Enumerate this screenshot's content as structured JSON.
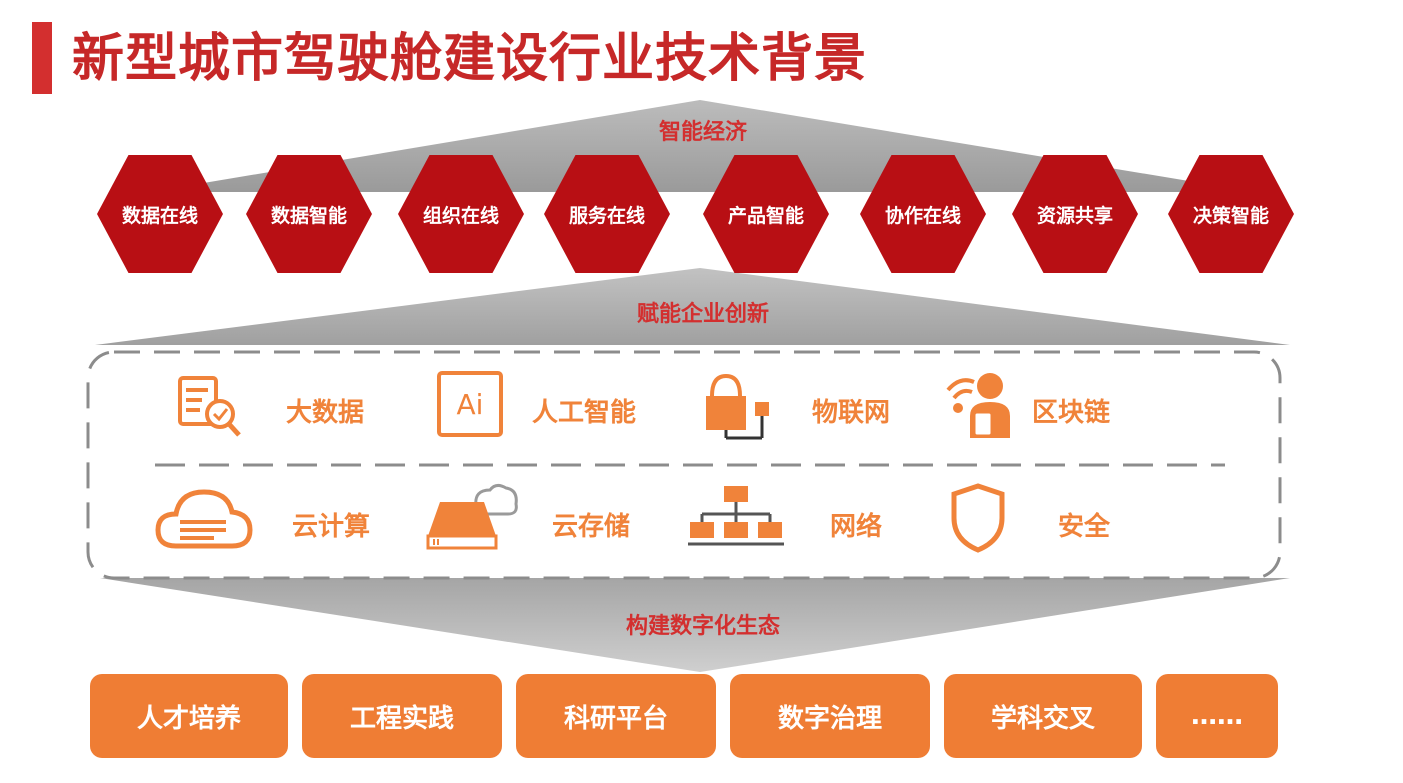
{
  "title": "新型城市驾驶舱建设行业技术背景",
  "top_label": "智能经济",
  "middle_label": "赋能企业创新",
  "bottom_label": "构建数字化生态",
  "hexagons": [
    "数据在线",
    "数据智能",
    "组织在线",
    "服务在线",
    "产品智能",
    "协作在线",
    "资源共享",
    "决策智能"
  ],
  "tech_row1": [
    {
      "label": "大数据",
      "icon": "data-search-icon"
    },
    {
      "label": "人工智能",
      "icon": "ai-chip-icon",
      "icon_text": "Ai"
    },
    {
      "label": "物联网",
      "icon": "iot-device-icon"
    },
    {
      "label": "区块链",
      "icon": "blockchain-icon"
    }
  ],
  "tech_row2": [
    {
      "label": "云计算",
      "icon": "cloud-icon"
    },
    {
      "label": "云存储",
      "icon": "cloud-storage-icon"
    },
    {
      "label": "网络",
      "icon": "network-icon"
    },
    {
      "label": "安全",
      "icon": "shield-icon"
    }
  ],
  "bottom_items": [
    "人才培养",
    "工程实践",
    "科研平台",
    "数字治理",
    "学科交叉",
    "……"
  ],
  "colors": {
    "red": "#b80f14",
    "title_red": "#c62828",
    "orange": "#ef7d34",
    "gray": "#a8a8a8"
  }
}
